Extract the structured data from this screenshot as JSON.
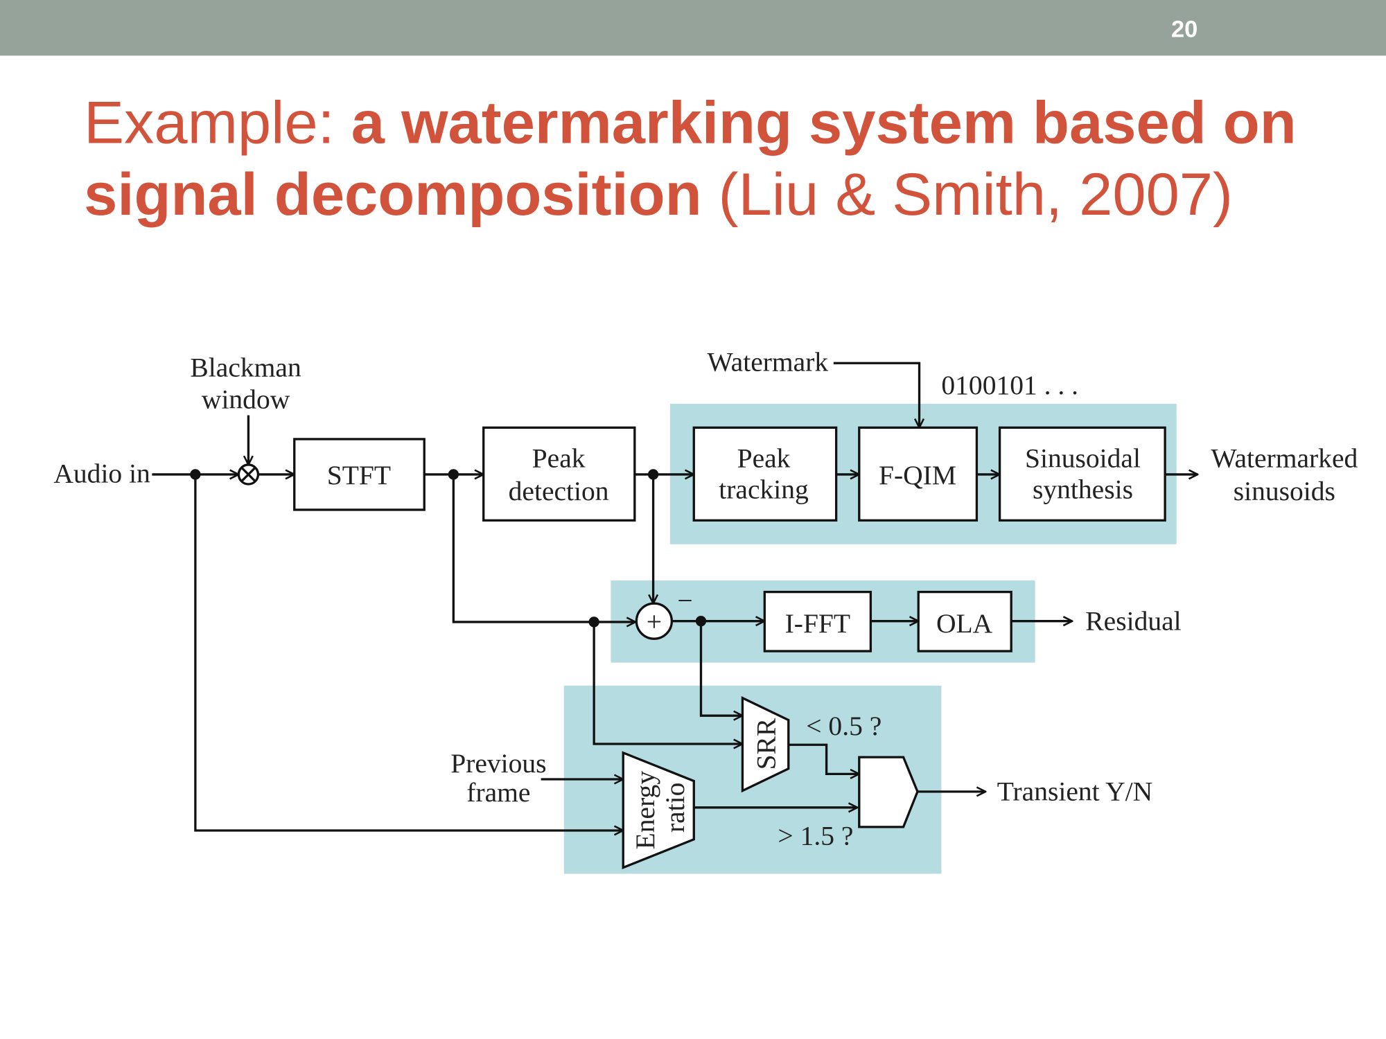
{
  "slide": {
    "page_number": "20",
    "title": {
      "line1_prefix": "Example: ",
      "line1_bold": "a watermarking system based on",
      "line2_bold": "signal decomposition",
      "line2_suffix": " (Liu & Smith, 2007)"
    }
  },
  "colors": {
    "header_bar": "#95a39a",
    "title": "#d2533b",
    "highlight": "#b5dde1"
  },
  "diagram": {
    "audio_in": "Audio in",
    "blackman": [
      "Blackman",
      "window"
    ],
    "stft": "STFT",
    "peak_detection": [
      "Peak",
      "detection"
    ],
    "peak_tracking": [
      "Peak",
      "tracking"
    ],
    "fqim": "F-QIM",
    "sinusoidal_synthesis": [
      "Sinusoidal",
      "synthesis"
    ],
    "watermarked_sinusoids": [
      "Watermarked",
      "sinusoids"
    ],
    "watermark": "Watermark",
    "watermark_bits": "0100101 . . .",
    "adder": "+",
    "minus": "−",
    "ifft": "I-FFT",
    "ola": "OLA",
    "residual": "Residual",
    "srr": "SRR",
    "srr_threshold": "< 0.5 ?",
    "energy_ratio": [
      "Energy",
      "ratio"
    ],
    "energy_threshold": "> 1.5 ?",
    "previous_frame": [
      "Previous",
      "frame"
    ],
    "transient": "Transient Y/N"
  }
}
